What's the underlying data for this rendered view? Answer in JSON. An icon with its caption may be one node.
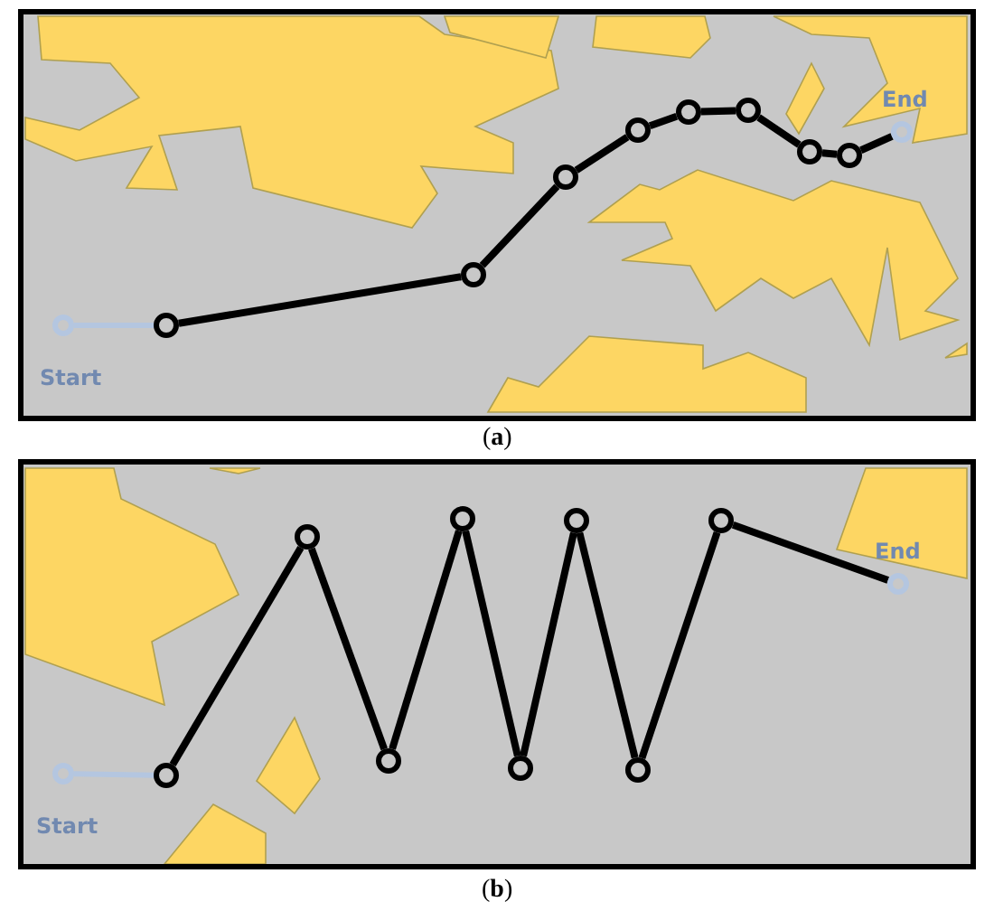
{
  "diagram": {
    "nodes": [
      {
        "text": [],
        "shape": "box",
        "beside": [
          "(**a**)"
        ]
      },
      {
        "text": [],
        "shape": "circle",
        "in": 0,
        "beside": [
          "Start"
        ]
      },
      {
        "text": [],
        "shape": "circle",
        "in": 0
      },
      {
        "text": [],
        "shape": "circle",
        "in": 0
      },
      {
        "text": [],
        "shape": "circle",
        "in": 0
      },
      {
        "text": [],
        "shape": "circle",
        "in": 0
      },
      {
        "text": [],
        "shape": "circle",
        "in": 0
      },
      {
        "text": [],
        "shape": "circle",
        "in": 0
      },
      {
        "text": [],
        "shape": "circle",
        "in": 0
      },
      {
        "text": [],
        "shape": "circle",
        "in": 0
      },
      {
        "text": [],
        "shape": "circle",
        "in": 0,
        "beside": [
          "End"
        ]
      },
      {
        "text": [],
        "shape": "box",
        "beside": [
          "(**b**)"
        ]
      },
      {
        "text": [],
        "shape": "circle",
        "in": 11,
        "beside": [
          "Start"
        ]
      },
      {
        "text": [],
        "shape": "circle",
        "in": 11
      },
      {
        "text": [],
        "shape": "circle",
        "in": 11
      },
      {
        "text": [],
        "shape": "circle",
        "in": 11
      },
      {
        "text": [],
        "shape": "circle",
        "in": 11
      },
      {
        "text": [],
        "shape": "circle",
        "in": 11
      },
      {
        "text": [],
        "shape": "circle",
        "in": 11
      },
      {
        "text": [],
        "shape": "circle",
        "in": 11
      },
      {
        "text": [],
        "shape": "circle",
        "in": 11
      },
      {
        "text": [],
        "shape": "circle",
        "in": 11,
        "beside": [
          "End"
        ]
      }
    ],
    "edges": [
      {
        "from": 1,
        "to": 2,
        "arrow": "none",
        "color": "#b4c6e0"
      },
      {
        "from": 2,
        "to": 3,
        "arrow": "none"
      },
      {
        "from": 3,
        "to": 4,
        "arrow": "none"
      },
      {
        "from": 4,
        "to": 5,
        "arrow": "none"
      },
      {
        "from": 5,
        "to": 6,
        "arrow": "none"
      },
      {
        "from": 6,
        "to": 7,
        "arrow": "none"
      },
      {
        "from": 7,
        "to": 8,
        "arrow": "none"
      },
      {
        "from": 8,
        "to": 9,
        "arrow": "none"
      },
      {
        "from": 9,
        "to": 10,
        "arrow": "none"
      },
      {
        "from": 12,
        "to": 13,
        "arrow": "none",
        "color": "#b4c6e0"
      },
      {
        "from": 13,
        "to": 14,
        "arrow": "none"
      },
      {
        "from": 14,
        "to": 15,
        "arrow": "none"
      },
      {
        "from": 15,
        "to": 16,
        "arrow": "none"
      },
      {
        "from": 16,
        "to": 17,
        "arrow": "none"
      },
      {
        "from": 17,
        "to": 18,
        "arrow": "none"
      },
      {
        "from": 18,
        "to": 19,
        "arrow": "none"
      },
      {
        "from": 19,
        "to": 20,
        "arrow": "none"
      },
      {
        "from": 20,
        "to": 21,
        "arrow": "none"
      }
    ]
  }
}
